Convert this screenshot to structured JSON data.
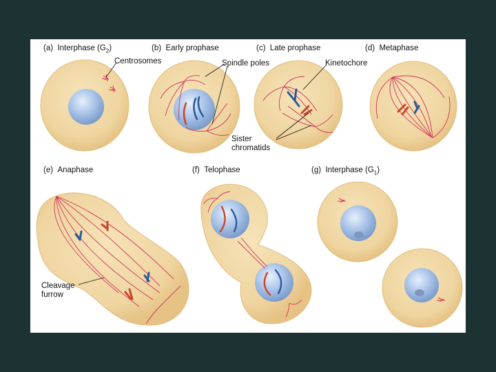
{
  "diagram": {
    "stages": [
      {
        "id": "a",
        "prefix": "(a)",
        "name": "Interphase (G",
        "sub": "2",
        "suffix": ")"
      },
      {
        "id": "b",
        "prefix": "(b)",
        "name": "Early prophase",
        "sub": "",
        "suffix": ""
      },
      {
        "id": "c",
        "prefix": "(c)",
        "name": "Late prophase",
        "sub": "",
        "suffix": ""
      },
      {
        "id": "d",
        "prefix": "(d)",
        "name": "Metaphase",
        "sub": "",
        "suffix": ""
      },
      {
        "id": "e",
        "prefix": "(e)",
        "name": "Anaphase",
        "sub": "",
        "suffix": ""
      },
      {
        "id": "f",
        "prefix": "(f)",
        "name": "Telophase",
        "sub": "",
        "suffix": ""
      },
      {
        "id": "g",
        "prefix": "(g)",
        "name": "Interphase (G",
        "sub": "1",
        "suffix": ")"
      }
    ],
    "annotations": {
      "centrosomes": "Centrosomes",
      "spindle_poles": "Spindle poles",
      "kinetochore": "Kinetochore",
      "sister_1": "Sister",
      "sister_2": "chromatids",
      "cleavage_1": "Cleavage",
      "cleavage_2": "furrow"
    },
    "colors": {
      "background": "#1d3232",
      "panel": "#ffffff",
      "cytoplasm": "#f0d9a4",
      "cytoplasm_edge": "#e3c07e",
      "nucleus": "#a9c3e8",
      "spindle": "#d1325a",
      "chromosome_blue": "#2c5a9c",
      "chromosome_red": "#c8452e"
    }
  }
}
